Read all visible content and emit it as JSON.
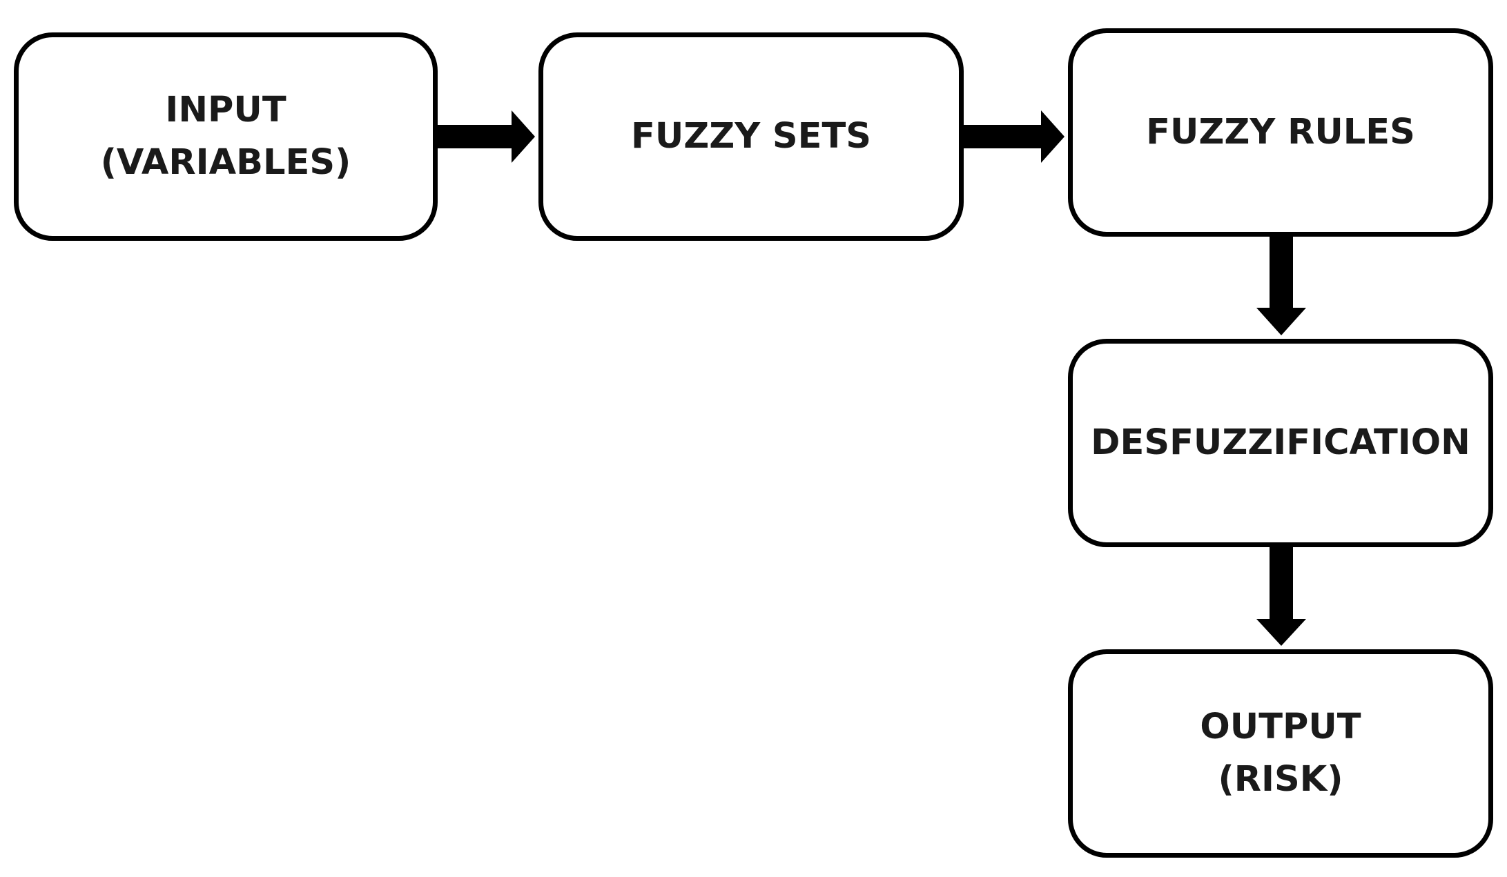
{
  "boxes": {
    "input": {
      "line1": "INPUT",
      "line2": "(VARIABLES)"
    },
    "fuzzy_sets": {
      "line1": "FUZZY SETS"
    },
    "fuzzy_rules": {
      "line1": "FUZZY RULES"
    },
    "defuzzification": {
      "line1": "DESFUZZIFICATION"
    },
    "output": {
      "line1": "OUTPUT",
      "line2": "(RISK)"
    }
  },
  "colors": {
    "stroke": "#000000",
    "text": "#1a1a1a",
    "background": "#ffffff"
  }
}
